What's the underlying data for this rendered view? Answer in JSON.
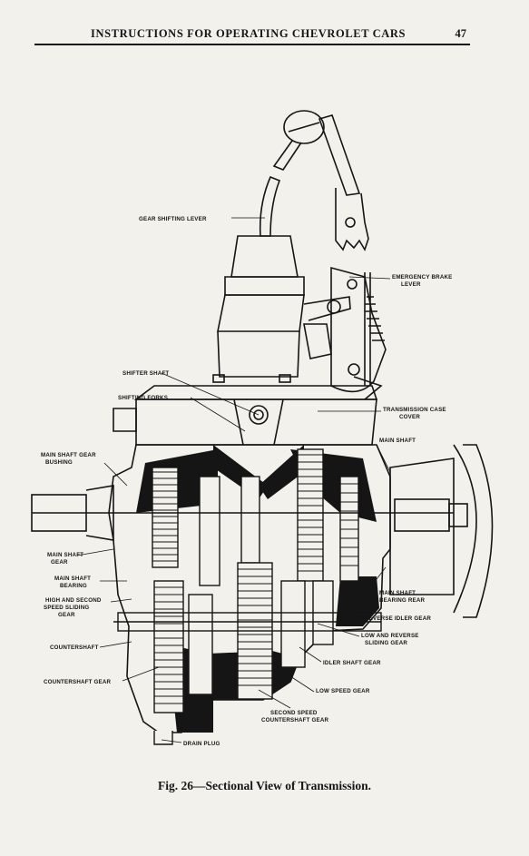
{
  "header": {
    "title": "INSTRUCTIONS FOR OPERATING CHEVROLET CARS",
    "page_number": "47"
  },
  "figure": {
    "labels": {
      "gear_shifting_lever": "GEAR SHIFTING LEVER",
      "emergency_brake_lever_1": "EMERGENCY BRAKE",
      "emergency_brake_lever_2": "LEVER",
      "shifter_shaft": "SHIFTER SHAFT",
      "shifting_forks": "SHIFTING FORKS",
      "transmission_case_cover_1": "TRANSMISSION CASE",
      "transmission_case_cover_2": "COVER",
      "main_shaft_gear_bushing_1": "MAIN SHAFT GEAR",
      "main_shaft_gear_bushing_2": "BUSHING",
      "main_shaft": "MAIN SHAFT",
      "main_shaft_gear_1": "MAIN SHAFT",
      "main_shaft_gear_2": "GEAR",
      "main_shaft_bearing_1": "MAIN SHAFT",
      "main_shaft_bearing_2": "BEARING",
      "high_second_gear_1": "HIGH AND SECOND",
      "high_second_gear_2": "SPEED SLIDING",
      "high_second_gear_3": "GEAR",
      "main_shaft_bearing_rear_1": "MAIN SHAFT",
      "main_shaft_bearing_rear_2": "BEARING REAR",
      "reverse_idler_gear": "REVERSE IDLER GEAR",
      "countershaft": "COUNTERSHAFT",
      "low_reverse_gear_1": "LOW AND REVERSE",
      "low_reverse_gear_2": "SLIDING GEAR",
      "idler_shaft_gear": "IDLER SHAFT GEAR",
      "countershaft_gear": "COUNTERSHAFT GEAR",
      "low_speed_gear": "LOW SPEED GEAR",
      "second_speed_gear_1": "SECOND SPEED",
      "second_speed_gear_2": "COUNTERSHAFT GEAR",
      "drain_plug": "DRAIN PLUG"
    }
  },
  "caption": "Fig. 26—Sectional View of Transmission."
}
